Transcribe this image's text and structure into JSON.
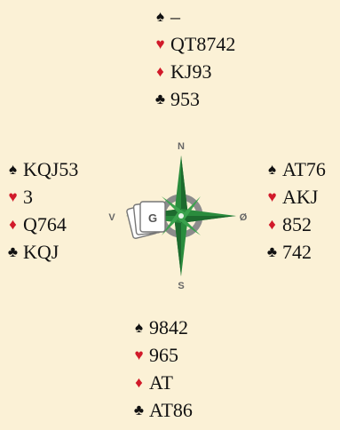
{
  "suits": {
    "spade": "♠",
    "heart": "♥",
    "diamond": "♦",
    "club": "♣"
  },
  "colors": {
    "background": "#fbf1d6",
    "red_suit": "#d11a2a",
    "compass_green": "#2a8c3d",
    "compass_ring": "#8c8c8c"
  },
  "hands": {
    "north": {
      "spades": "–",
      "hearts": "QT8742",
      "diamonds": "KJ93",
      "clubs": "953"
    },
    "west": {
      "spades": "KQJ53",
      "hearts": "3",
      "diamonds": "Q764",
      "clubs": "KQJ"
    },
    "east": {
      "spades": "AT76",
      "hearts": "AKJ",
      "diamonds": "852",
      "clubs": "742"
    },
    "south": {
      "spades": "9842",
      "hearts": "965",
      "diamonds": "AT",
      "clubs": "AT86"
    }
  },
  "compass": {
    "north": "N",
    "south": "S",
    "east": "Ø",
    "west": "V",
    "cards_badge": "G"
  }
}
